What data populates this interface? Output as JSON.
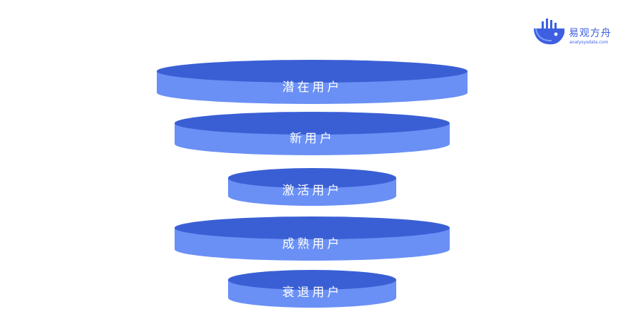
{
  "logo": {
    "name": "易观方舟",
    "url": "analysysdata.com",
    "color": "#3d5fe0"
  },
  "colors": {
    "disc_top": "#3a5fd5",
    "disc_side": "#6a90f5",
    "label": "#ffffff"
  },
  "stages": [
    {
      "label": "潜在用户"
    },
    {
      "label": "新用户"
    },
    {
      "label": "激活用户"
    },
    {
      "label": "成熟用户"
    },
    {
      "label": "衰退用户"
    }
  ]
}
